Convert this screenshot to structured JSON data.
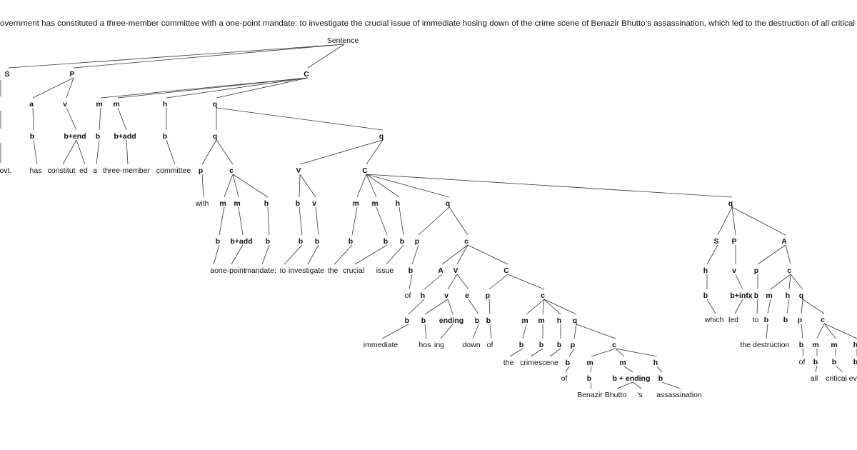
{
  "title": "overnment has constituted a three-member committee with a one-point mandate: to investigate the crucial issue of immediate hosing down of the crime scene of Benazir Bhutto’s assassination, which led to the destruction of all critical",
  "tree": {
    "nodes": [
      "Sentence",
      "S",
      "P",
      "C",
      "a",
      "v",
      "m",
      "m",
      "h",
      "q",
      "b",
      "b+end",
      "b",
      "b+add",
      "b",
      "q",
      "q",
      "ovt.",
      "has",
      "constitut",
      "ed",
      "a",
      "three-member",
      "committee",
      "p",
      "c",
      "V",
      "C",
      "with",
      "m",
      "m",
      "h",
      "b",
      "v",
      "m",
      "m",
      "h",
      "q",
      "b",
      "b+add",
      "b",
      "b",
      "b",
      "b",
      "b",
      "b",
      "p",
      "c",
      "a",
      "one-point",
      "mandate:",
      "to",
      "investigate",
      "the",
      "crucial",
      "issue",
      "b",
      "A",
      "V",
      "C",
      "of",
      "h",
      "v",
      "e",
      "p",
      "c",
      "b",
      "b",
      "ending",
      "b",
      "b",
      "m",
      "m",
      "h",
      "q",
      "immediate",
      "hos",
      "ing",
      "down",
      "of",
      "b",
      "b",
      "b",
      "p",
      "c",
      "the",
      "crime",
      "scene",
      "b",
      "m",
      "m",
      "h",
      "of",
      "b",
      "b + ending",
      "b",
      "Benazir",
      "Bhutto",
      "'s",
      "assassination",
      "q",
      "S",
      "P",
      "A",
      "h",
      "v",
      "p",
      "c",
      "b",
      "b+infx",
      "b",
      "m",
      "h",
      "q",
      "which",
      "led",
      "to",
      "b",
      "b",
      "p",
      "c",
      "the destruction",
      "b",
      "m",
      "m",
      "h",
      "of",
      "b",
      "b",
      "b",
      "all",
      "critical ev"
    ]
  }
}
